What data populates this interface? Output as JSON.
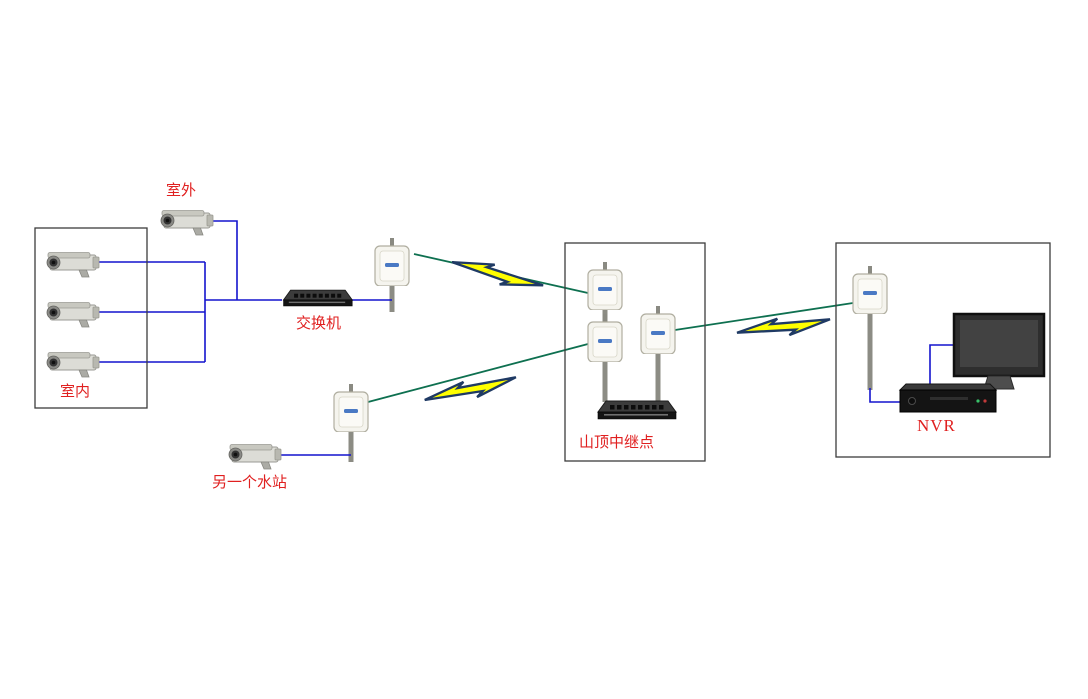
{
  "diagram": {
    "labels": {
      "outdoor": "室外",
      "indoor": "室内",
      "switch": "交换机",
      "relay": "山顶中继点",
      "water_station": "另一个水站",
      "nvr": "NVR"
    },
    "colors": {
      "cable": "#1414cd",
      "wireless": "#0e7050",
      "bolt_fill": "#ffff00",
      "bolt_stroke": "#1f3a64",
      "label": "#e02020",
      "enclosure_border": "#3c3c3c"
    },
    "icons": {
      "camera": "bullet-camera",
      "access_point": "wireless-ap-on-pole",
      "switch": "ethernet-switch",
      "monitor": "display-monitor",
      "nvr": "nvr-recorder",
      "bolt": "lightning-bolt"
    },
    "devices": {
      "indoor_cameras": 3,
      "outdoor_camera": 1,
      "water_station_camera": 1,
      "access_points": 6,
      "switches": 2,
      "monitor": 1,
      "nvr": 1
    }
  }
}
